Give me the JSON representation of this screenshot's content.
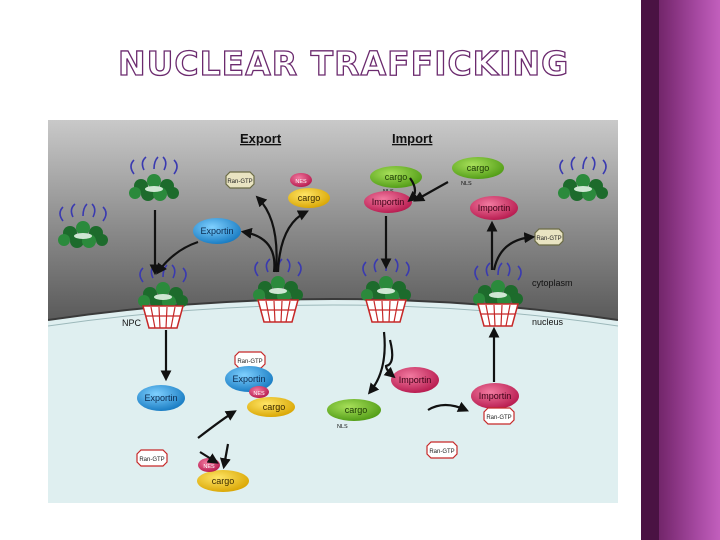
{
  "title": "NUCLEAR TRAFFICKING",
  "diagram": {
    "header_export": "Export",
    "header_import": "Import",
    "label_cytoplasm": "cytoplasm",
    "label_nucleus": "nucleus",
    "label_npc": "NPC",
    "ran_gtp": "Ran-GTP",
    "exportin": "Exportin",
    "importin": "Importin",
    "cargo": "cargo",
    "nes": "NES",
    "nls": "NLS"
  },
  "colors": {
    "accent": "#6b2a6e",
    "exportin": "#1c8fd6",
    "importin": "#c8285c",
    "cargo_export": "#e6b800",
    "cargo_import": "#66bb22",
    "nucleus": "#dfeff0",
    "cytoplasm": "#8c8c8c"
  }
}
